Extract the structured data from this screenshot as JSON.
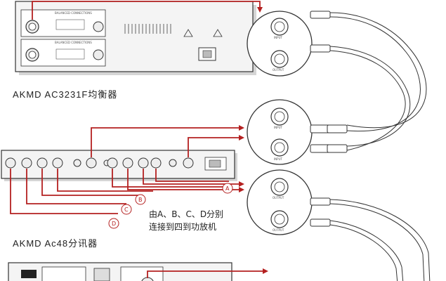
{
  "labels": {
    "equalizer": "AKMD  AC3231F均衡器",
    "splitter": "AKMD  Ac48分讯器",
    "note_line1": "由A、B、C、D分别",
    "note_line2": "连接到四到功放机"
  },
  "markers": [
    "A",
    "B",
    "C",
    "D"
  ],
  "colors": {
    "wire": "#b42020",
    "device_outline": "#333333",
    "panel_fill": "#f4f4f4"
  }
}
